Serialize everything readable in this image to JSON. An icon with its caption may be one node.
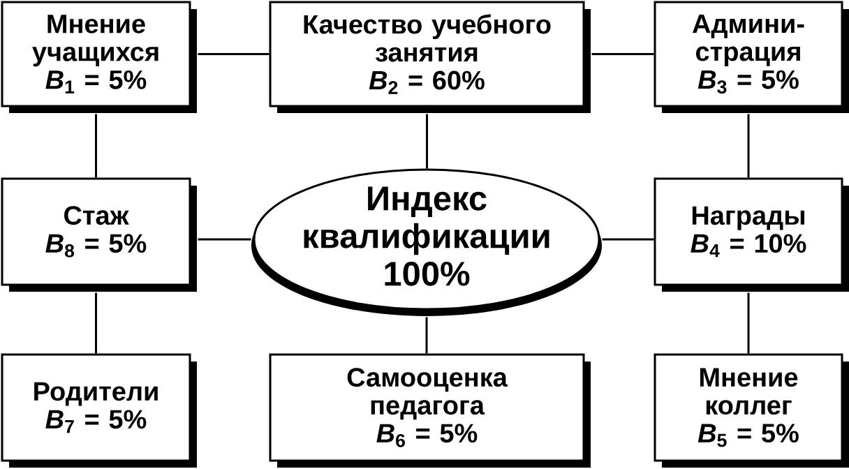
{
  "diagram": {
    "nodes": [
      {
        "text": [
          "Мнение учащихся",
          "*B*$_{1}$ = 5%"
        ]
      },
      {
        "text": [
          "Качество учебного занятия",
          "*B*$_{2}$ = 60%"
        ]
      },
      {
        "text": [
          "Админи-страция",
          "*B*$_{3}$ = 5%"
        ]
      },
      {
        "text": [
          "Стаж",
          "*B*$_{8}$ = 5%"
        ]
      },
      {
        "text": [
          "Индекс квалификации",
          "100%"
        ]
      },
      {
        "text": [
          "Награды",
          "*B*$_{4}$ = 10%"
        ]
      },
      {
        "text": [
          "Родители",
          "*B*$_{7}$ = 5%"
        ]
      },
      {
        "text": [
          "Самооценка педагога",
          "*B*$_{6}$ = 5%"
        ]
      },
      {
        "text": [
          "Мнение коллег",
          "*B*$_{5}$ = 5%"
        ]
      }
    ],
    "edges": [
      {
        "from": 0,
        "to": 1,
        "arrow": "none"
      },
      {
        "from": 1,
        "to": 2,
        "arrow": "none"
      },
      {
        "from": 0,
        "to": 3,
        "arrow": "none"
      },
      {
        "from": 1,
        "to": 4,
        "arrow": "none"
      },
      {
        "from": 2,
        "to": 5,
        "arrow": "none"
      },
      {
        "from": 4,
        "to": 3,
        "arrow": "none"
      },
      {
        "from": 4,
        "to": 5,
        "arrow": "none"
      },
      {
        "from": 3,
        "to": 6,
        "arrow": "none"
      },
      {
        "from": 4,
        "to": 7,
        "arrow": "none"
      },
      {
        "from": 5,
        "to": 8,
        "arrow": "none"
      }
    ]
  }
}
